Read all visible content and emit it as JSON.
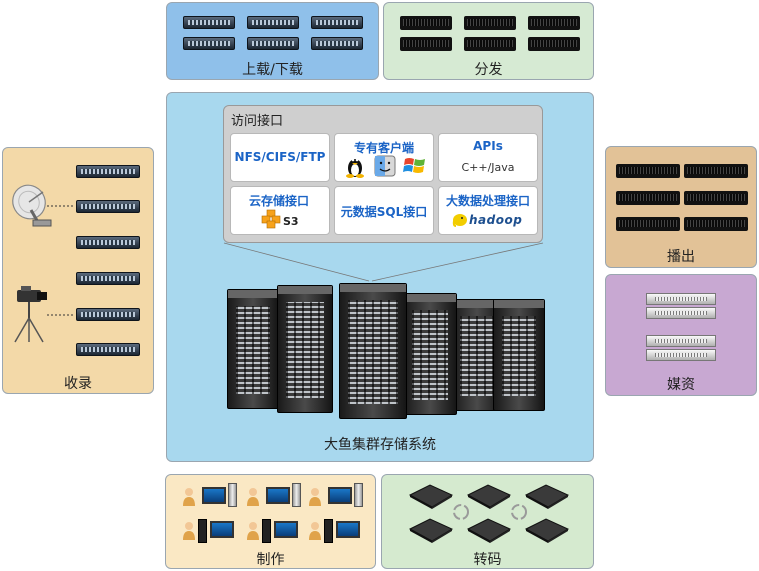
{
  "upload": {
    "label": "上载/下载"
  },
  "distribute": {
    "label": "分发"
  },
  "ingest": {
    "label": "收录"
  },
  "playout": {
    "label": "播出"
  },
  "media": {
    "label": "媒资"
  },
  "production": {
    "label": "制作"
  },
  "transcode": {
    "label": "转码"
  },
  "storage": {
    "label": "大鱼集群存储系统",
    "access": {
      "title": "访问接口",
      "items": [
        {
          "title": "NFS/CIFS/FTP"
        },
        {
          "title": "专有客户端"
        },
        {
          "title": "APIs",
          "sub": "C++/Java"
        },
        {
          "title": "云存储接口",
          "sub": "S3"
        },
        {
          "title": "元数据SQL接口"
        },
        {
          "title": "大数据处理接口",
          "sub": "hadoop"
        }
      ]
    }
  },
  "colors": {
    "upload_bg": "#8fc0ea",
    "distribute_bg": "#d6ead3",
    "ingest_bg": "#f3d9a8",
    "playout_bg": "#e2c297",
    "media_bg": "#c8a8d2",
    "production_bg": "#fae8c4",
    "transcode_bg": "#d5eacf",
    "storage_bg": "#a8d8ee",
    "access_bg": "#cfcfcf",
    "accent_blue": "#1b64c6"
  }
}
